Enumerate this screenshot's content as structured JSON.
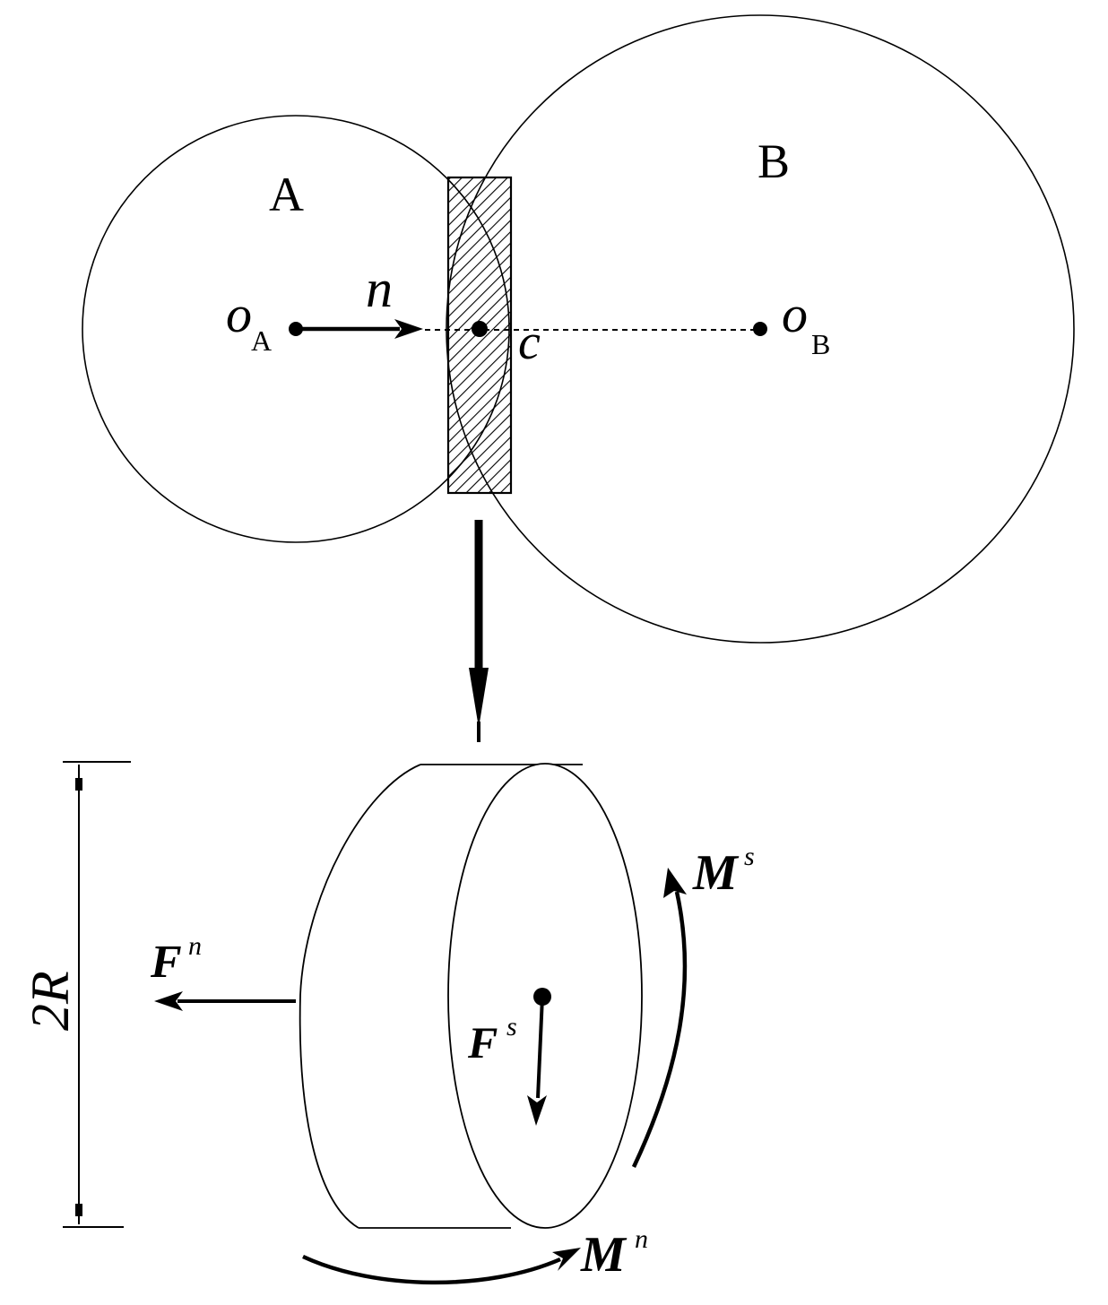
{
  "labels": {
    "body_a": "A",
    "body_b": "B",
    "center_a_main": "o",
    "center_a_sub": "A",
    "center_b_main": "o",
    "center_b_sub": "B",
    "normal": "n",
    "contact": "c",
    "diameter": "2R",
    "force_normal_main": "F",
    "force_normal_sup": "n",
    "force_shear_main": "F",
    "force_shear_sup": "s",
    "moment_shear_main": "M",
    "moment_shear_sup": "s",
    "moment_normal_main": "M",
    "moment_normal_sup": "n"
  },
  "colors": {
    "ink": "#000000",
    "background": "#ffffff"
  }
}
